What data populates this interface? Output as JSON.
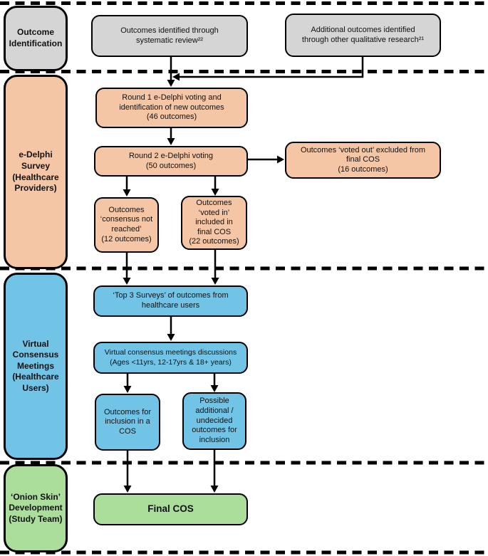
{
  "palette": {
    "background": "#ffffff",
    "line_color": "#000000",
    "gray_fill": "#d5d5d5",
    "salmon_fill": "#f5c6a5",
    "blue_fill": "#72c4e7",
    "green_fill": "#abdd9b"
  },
  "stages": [
    {
      "id": "outcome-identification",
      "label": "Outcome\nIdentification",
      "fill": "#d5d5d5"
    },
    {
      "id": "e-delphi-survey",
      "label": "e-Delphi\nSurvey\n(Healthcare\nProviders)",
      "fill": "#f5c6a5"
    },
    {
      "id": "virtual-consensus-meetings",
      "label": "Virtual\nConsensus\nMeetings\n(Healthcare\nUsers)",
      "fill": "#72c4e7"
    },
    {
      "id": "onion-skin-development",
      "label": "‘Onion Skin’\nDevelopment\n(Study Team)",
      "fill": "#abdd9b"
    }
  ],
  "boxes": [
    {
      "id": "systematic-review",
      "label": "Outcomes identified through\nsystematic review²²",
      "fill": "#d5d5d5"
    },
    {
      "id": "qualitative-research",
      "label": "Additional outcomes identified\nthrough other qualitative research²¹",
      "fill": "#d5d5d5"
    },
    {
      "id": "round1-voting",
      "label": "Round 1 e-Delphi voting and\nidentification of new outcomes\n(46 outcomes)",
      "fill": "#f5c6a5"
    },
    {
      "id": "round2-voting",
      "label": "Round 2 e-Delphi voting\n(50 outcomes)",
      "fill": "#f5c6a5"
    },
    {
      "id": "voted-out",
      "label": "Outcomes ‘voted out’ excluded from\nfinal COS\n(16 outcomes)",
      "fill": "#f5c6a5"
    },
    {
      "id": "consensus-not-reached",
      "label": "Outcomes\n‘consensus not\nreached’\n(12 outcomes)",
      "fill": "#f5c6a5"
    },
    {
      "id": "voted-in",
      "label": "Outcomes\n‘voted in’\nincluded in\nfinal COS\n(22 outcomes)",
      "fill": "#f5c6a5"
    },
    {
      "id": "top3-surveys",
      "label": "‘Top 3 Surveys’ of outcomes from\nhealthcare users",
      "fill": "#72c4e7"
    },
    {
      "id": "vcm-discussions",
      "label": "Virtual consensus meetings discussions\n(Ages <11yrs, 12-17yrs & 18+ years)",
      "fill": "#72c4e7"
    },
    {
      "id": "outcomes-for-inclusion",
      "label": "Outcomes for\ninclusion in a\nCOS",
      "fill": "#72c4e7"
    },
    {
      "id": "possible-additional",
      "label": "Possible\nadditional /\nundecided\noutcomes for\ninclusion",
      "fill": "#72c4e7"
    },
    {
      "id": "final-cos",
      "label": "Final COS",
      "fill": "#abdd9b"
    }
  ]
}
